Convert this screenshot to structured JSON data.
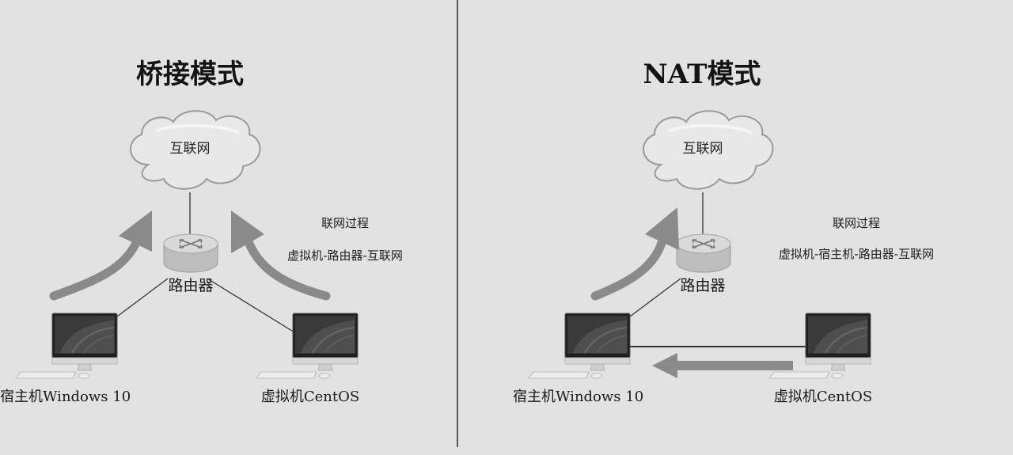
{
  "panels": [
    {
      "title": "桥接模式",
      "cloud_label": "互联网",
      "router_label": "路由器",
      "host_label": "宿主机Windows 10",
      "vm_label": "虚拟机CentOS",
      "note_heading": "联网过程",
      "note_path": "虚拟机-路由器-互联网"
    },
    {
      "title": "NAT模式",
      "cloud_label": "互联网",
      "router_label": "路由器",
      "host_label": "宿主机Windows 10",
      "vm_label": "虚拟机CentOS",
      "note_heading": "联网过程",
      "note_path": "虚拟机-宿主机-路由器-互联网"
    }
  ],
  "colors": {
    "background": "#e2e2e2",
    "arrow": "#8a8a8a",
    "cloud_fill": "#e8e8e8",
    "cloud_stroke": "#9a9a9a",
    "router_body": "#c7c7c7",
    "monitor_screen": "#2b2b2b",
    "divider": "#2a2a2a"
  }
}
